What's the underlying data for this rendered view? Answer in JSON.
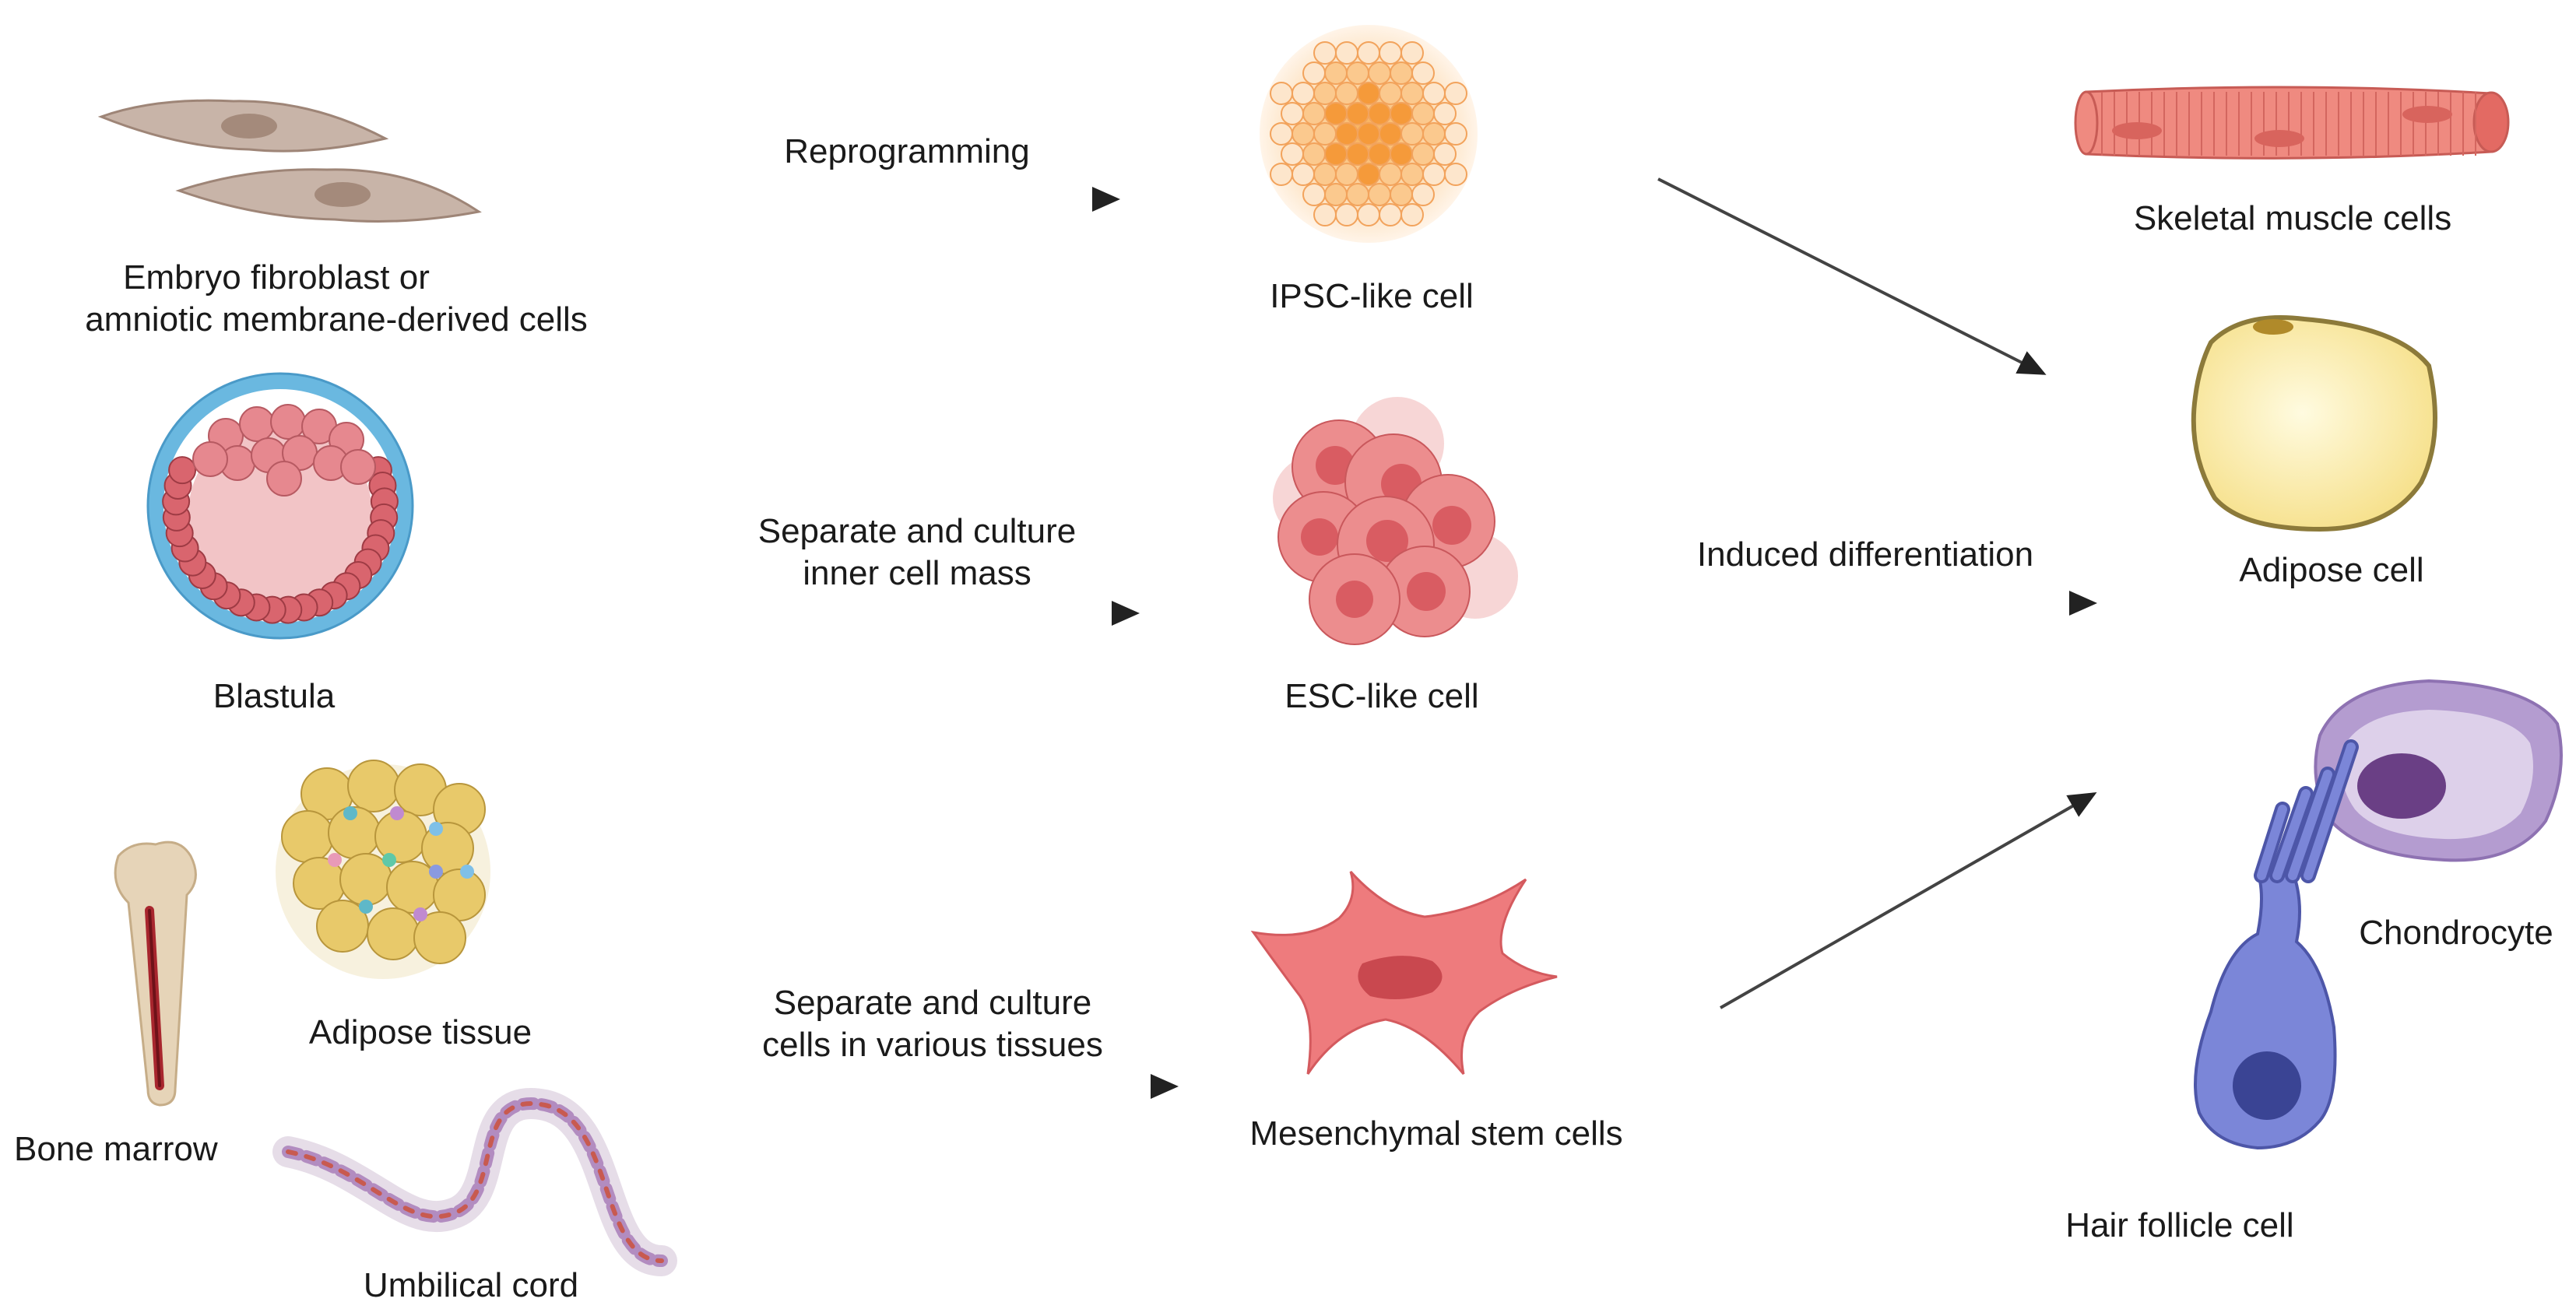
{
  "sources": {
    "fibroblast": [
      "Embryo fibroblast or",
      "amniotic membrane-derived cells"
    ],
    "blastula": "Blastula",
    "bone_marrow": "Bone marrow",
    "adipose_tissue": "Adipose tissue",
    "umbilical_cord": "Umbilical cord"
  },
  "processes": {
    "reprogramming": "Reprogramming",
    "inner_cell_mass": [
      "Separate and culture",
      "inner cell mass"
    ],
    "various_tissues": [
      "Separate and culture",
      "cells in various tissues"
    ],
    "induced_differentiation": "Induced differentiation"
  },
  "stem_cells": {
    "ipsc": "IPSC-like cell",
    "esc": "ESC-like cell",
    "msc": "Mesenchymal stem cells"
  },
  "targets": {
    "skeletal_muscle": "Skeletal muscle cells",
    "adipose_cell": "Adipose cell",
    "chondrocyte": "Chondrocyte",
    "hair_follicle": "Hair follicle cell"
  },
  "colors": {
    "arrow": "#222222",
    "fibroblast": "#c8b4a8",
    "blastula_ring": "#6ab8e0",
    "esc": "#e8787a",
    "msc": "#ee7b7d",
    "muscle": "#ef8a80",
    "adipose": "#fbeeaa",
    "chondrocyte": "#b49cd0",
    "hair_follicle": "#7b86d8"
  }
}
